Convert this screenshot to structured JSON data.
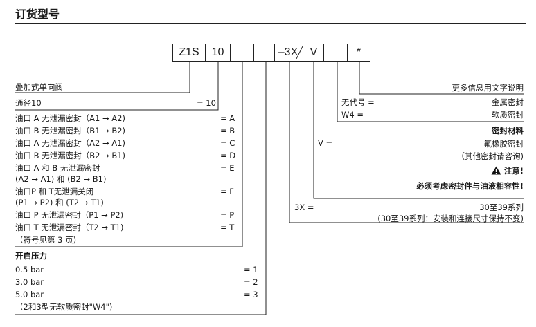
{
  "title": "订货型号",
  "code": {
    "box1": "Z1S",
    "box2": "10",
    "box3": "",
    "box4": "",
    "box5_left": "–3X",
    "box5_right": "V",
    "box6": "",
    "box7": "*"
  },
  "left": {
    "valve_type": "叠加式单向阀",
    "size_label": "通径10",
    "size_eq": "= 10",
    "options": [
      {
        "label": "油口 A 无泄漏密封（A1 → A2)",
        "eq": "= A"
      },
      {
        "label": "油口 B 无泄漏密封（B1 → B2)",
        "eq": "= B"
      },
      {
        "label": "油口 A 无泄漏密封（A2 → A1)",
        "eq": "= C"
      },
      {
        "label": "油口 B 无泄漏密封（B2 → B1)",
        "eq": "= D"
      },
      {
        "label": "油口 A 和 B 无泄漏密封",
        "label2": "(A2 → A1) 和 (B2 → B1)",
        "eq": "= E"
      },
      {
        "label": "油口P 和 T无泄漏关闭",
        "label2": "(P1 → P2) 和 (T2 → T1)",
        "eq": "= F"
      },
      {
        "label": "油口 P 无泄漏密封（P1 → P2)",
        "eq": "= P"
      },
      {
        "label": "油口 T 无泄漏密封（T2 → T1)",
        "eq": "= T"
      }
    ],
    "symbol_note": "（符号见第 3 页)",
    "cracking_title": "开启压力",
    "pressures": [
      {
        "label": "0.5 bar",
        "eq": "= 1"
      },
      {
        "label": "3.0 bar",
        "eq": "= 2"
      },
      {
        "label": "5.0 bar",
        "eq": "= 3"
      }
    ],
    "pressure_note": "（2和3型无软质密封\"W4\")"
  },
  "right": {
    "more_info": "更多信息用文字说明",
    "no_code_label": "无代号 =",
    "no_code_value": "金属密封",
    "w4_label": "W4 =",
    "w4_value": "软质密封",
    "seal_material_title": "密封材料",
    "v_label": "V =",
    "v_value": "氟橡胶密封",
    "other_seals": "（其他密封请咨询)",
    "attention": "注意!",
    "compat_note": "必须考虑密封件与油液相容性!",
    "series_label": "3X =",
    "series_value": "30至39系列",
    "series_note": "(30至39系列：安装和连接尺寸保持不变)"
  }
}
